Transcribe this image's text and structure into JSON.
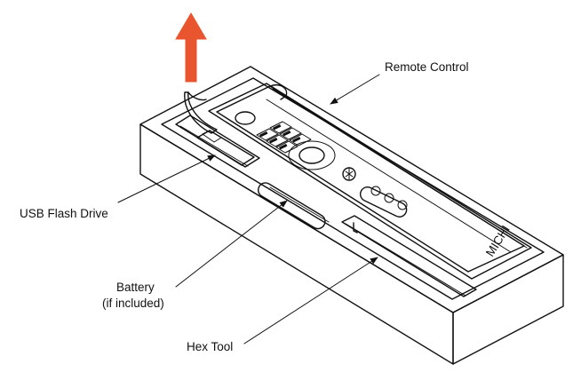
{
  "labels": {
    "remote_control": "Remote Control",
    "usb_flash_drive": "USB Flash Drive",
    "battery_line1": "Battery",
    "battery_line2": "(if included)",
    "hex_tool": "Hex Tool",
    "remote_brand": "MICHI"
  },
  "colors": {
    "lift_arrow": "#E8552E",
    "line": "#111111",
    "background": "#ffffff"
  },
  "icons": [
    "lift-arrow-icon",
    "pointer-arrow-icon"
  ]
}
